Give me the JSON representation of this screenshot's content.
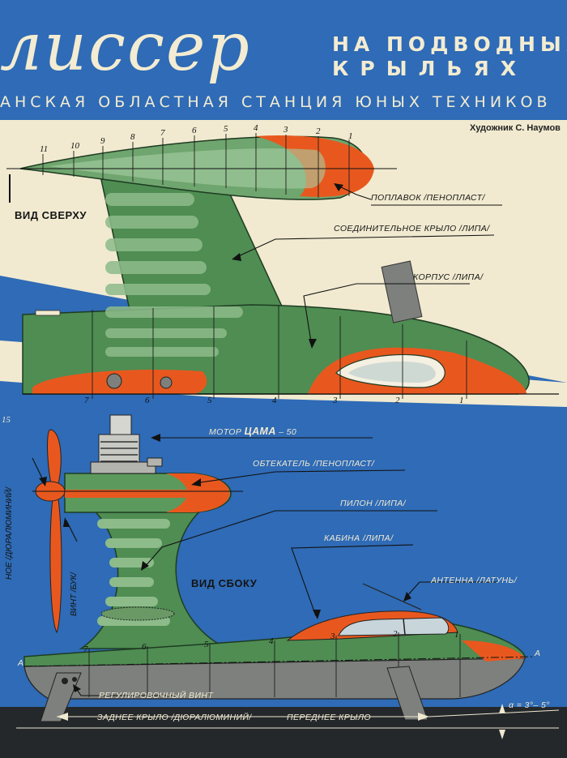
{
  "header": {
    "title": "лиссер",
    "subtitle_line1": "НА ПОДВОДНЫХ",
    "subtitle_line2": "КРЫЛЬЯХ",
    "organization": "АНСКАЯ ОБЛАСТНАЯ СТАНЦИЯ ЮНЫХ ТЕХНИКОВ",
    "artist": "Художник С. Наумов"
  },
  "views": {
    "top": "ВИД СВЕРХУ",
    "side": "ВИД СБОКУ"
  },
  "labels": {
    "float": "ПОПЛАВОК /ПЕНОПЛАСТ/",
    "connecting_wing": "СОЕДИНИТЕЛЬНОЕ КРЫЛО /ЛИПА/",
    "hull": "КОРПУС /ЛИПА/",
    "motor_prefix": "МОТОР",
    "motor_name": "ЦАМА",
    "motor_suffix": "– 50",
    "fairing": "ОБТЕКАТЕЛЬ /ПЕНОПЛАСТ/",
    "pylon": "ПИЛОН /ЛИПА/",
    "cabin": "КАБИНА /ЛИПА/",
    "antenna": "АНТЕННА /ЛАТУНЬ/",
    "adjusting_screw": "РЕГУЛИРОВОЧНЫЙ ВИНТ",
    "rear_wing": "ЗАДНЕЕ КРЫЛО /ДЮРАЛЮМИНИЙ/",
    "front_wing": "ПЕРЕДНЕЕ КРЫЛО",
    "propeller": "ВИНТ /БУК/",
    "left_vertical": "НОЕ /ДЮРАЛЮМИНИЙ/",
    "angle": "α = 3°– 5°",
    "axis_a": "А",
    "edge_mark": "15"
  },
  "top_stations": [
    "11",
    "10",
    "9",
    "8",
    "7",
    "6",
    "5",
    "4",
    "3",
    "2",
    "1"
  ],
  "hull_stations": [
    "7",
    "6",
    "5",
    "4",
    "3",
    "2",
    "1"
  ],
  "side_stations": [
    "7",
    "6",
    "5",
    "4",
    "3",
    "2",
    "1"
  ],
  "colors": {
    "blue": "#2f6bb6",
    "cream": "#f1ead0",
    "green": "#4f8d52",
    "light_green": "#8dbb8a",
    "orange": "#e8581e",
    "gray": "#7d807d",
    "dark": "#222628"
  }
}
